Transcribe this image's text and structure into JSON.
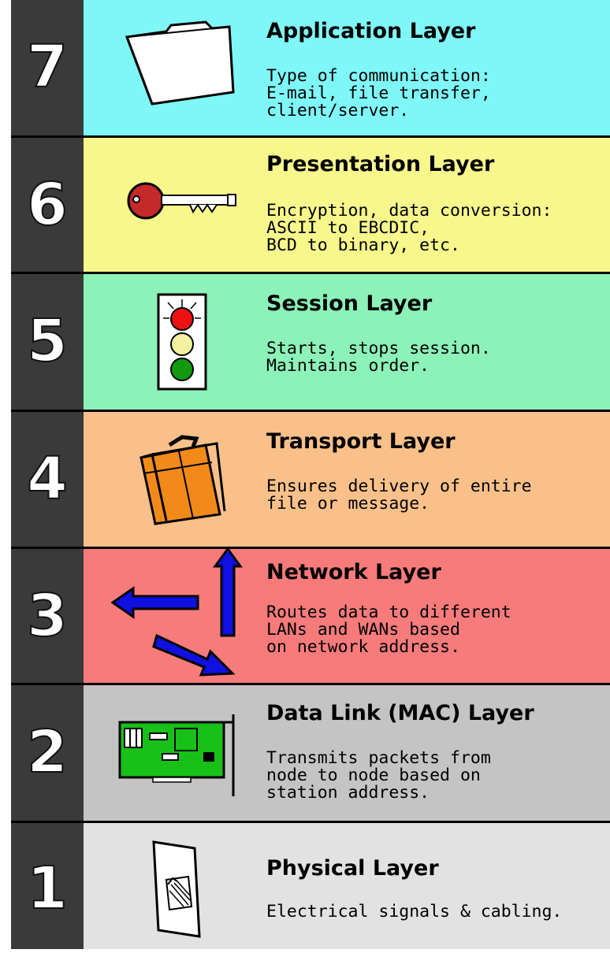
{
  "layers": [
    {
      "number": "7",
      "title": "Application Layer",
      "description": "Type of communication:\nE-mail, file transfer,\nclient/server.",
      "icon": "folder-icon",
      "color": "#7ff7f7"
    },
    {
      "number": "6",
      "title": "Presentation Layer",
      "description": "Encryption, data conversion:\nASCII to EBCDIC,\nBCD to binary, etc.",
      "icon": "key-icon",
      "color": "#f7f78c"
    },
    {
      "number": "5",
      "title": "Session Layer",
      "description": "Starts, stops session.\nMaintains order.",
      "icon": "traffic-light-icon",
      "color": "#8cf2b8"
    },
    {
      "number": "4",
      "title": "Transport Layer",
      "description": "Ensures delivery of entire\nfile or message.",
      "icon": "suitcase-icon",
      "color": "#f9c08a"
    },
    {
      "number": "3",
      "title": "Network Layer",
      "description": "Routes data to different\nLANs and WANs based\non network address.",
      "icon": "routing-arrows-icon",
      "color": "#f77b7b"
    },
    {
      "number": "2",
      "title": "Data Link (MAC) Layer",
      "description": "Transmits packets from\nnode to node based on\nstation address.",
      "icon": "network-card-icon",
      "color": "#c4c4c4"
    },
    {
      "number": "1",
      "title": "Physical Layer",
      "description": "Electrical signals & cabling.",
      "icon": "wall-jack-icon",
      "color": "#e2e2e2"
    }
  ]
}
